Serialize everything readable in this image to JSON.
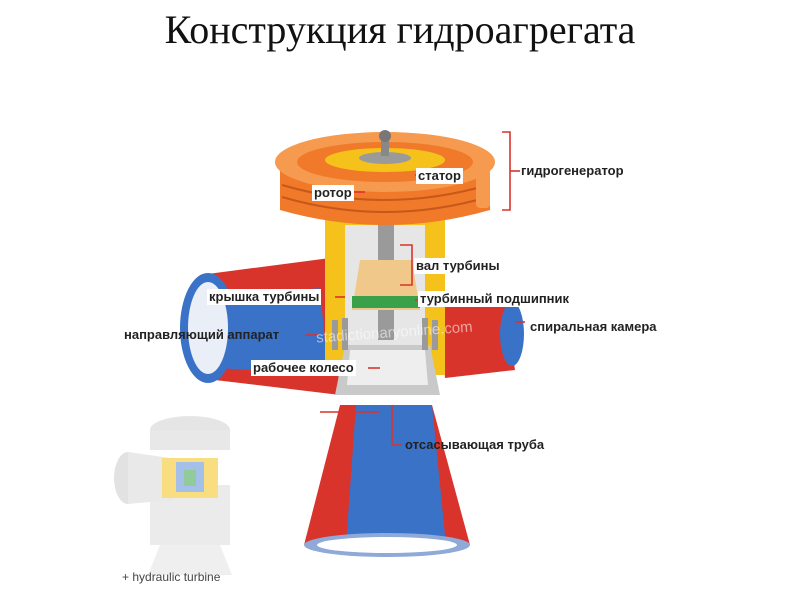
{
  "title": "Конструкция гидроагрегата",
  "labels": {
    "stator": "статор",
    "rotor": "ротор",
    "hydrogenerator": "гидрогенератор",
    "turbine_shaft": "вал турбины",
    "turbine_cover": "крышка турбины",
    "turbine_bearing": "турбинный подшипник",
    "guide_apparatus": "направляющий аппарат",
    "spiral_chamber": "спиральная камера",
    "runner": "рабочее колесо",
    "draft_tube": "отсасывающая труба"
  },
  "watermark": "stadictionaryonline.com",
  "thumbnail": {
    "caption": "+ hydraulic turbine"
  },
  "colors": {
    "generator": "#f07a2a",
    "spiral": "#d9342b",
    "inner_blue": "#3a72c8",
    "yellow": "#f4c21b",
    "gray": "#b8b8b8",
    "green": "#3aa14a",
    "leader": "#d9342b"
  }
}
